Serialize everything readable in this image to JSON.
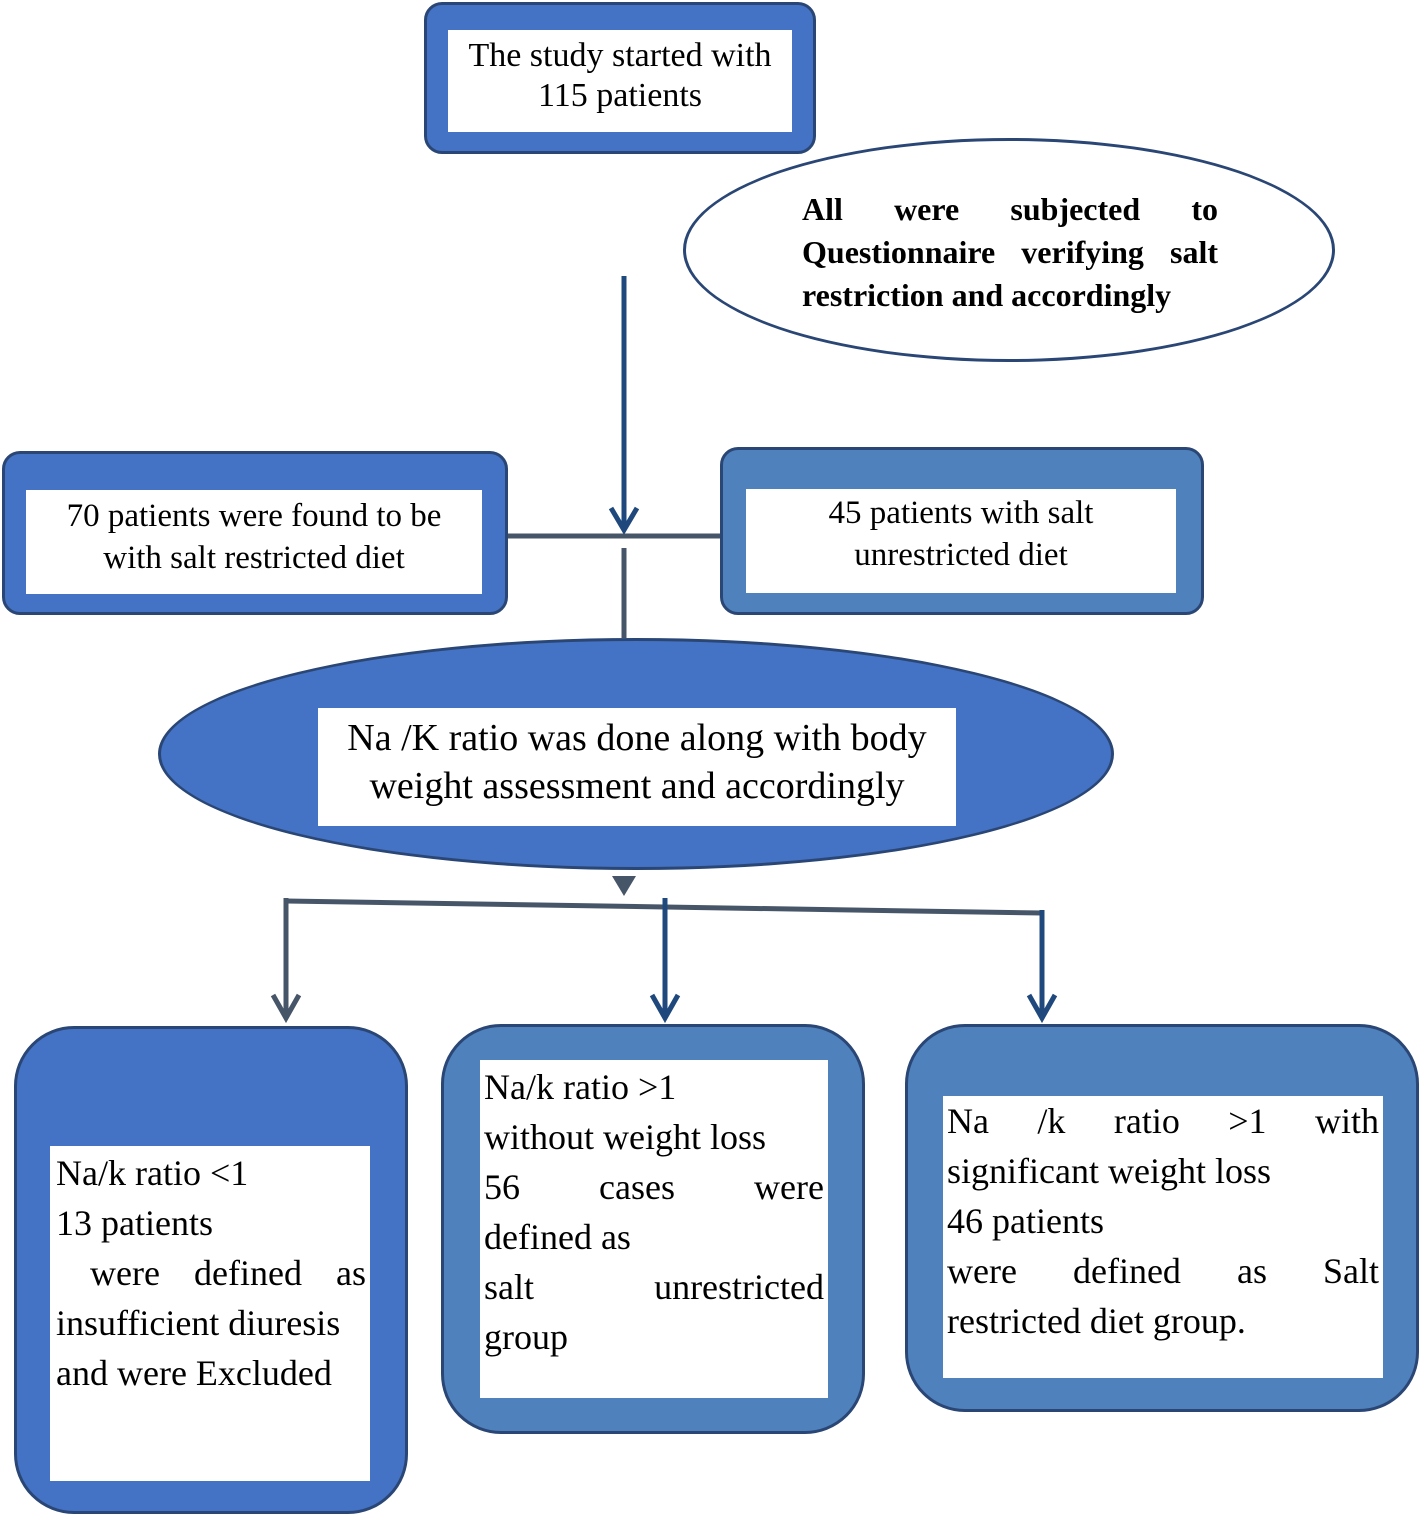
{
  "colors": {
    "box_fill_dark": "#4472c4",
    "box_fill_mid": "#4f81bd",
    "border": "#2a4675",
    "arrow": "#1f497d",
    "connector": "#475569",
    "white": "#ffffff"
  },
  "start_box": {
    "lines": [
      "The study started with",
      "115 patients"
    ]
  },
  "questionnaire": {
    "lines": [
      "All were subjected to",
      "Questionnaire verifying salt",
      "restriction and accordingly"
    ]
  },
  "restricted_box": {
    "lines": [
      "70 patients were found to be",
      "with salt restricted diet"
    ]
  },
  "unrestricted_box": {
    "lines": [
      "45 patients with salt",
      "unrestricted diet"
    ]
  },
  "nak_assessment": {
    "lines": [
      "Na /K ratio was done along with body",
      "weight assessment and accordingly"
    ]
  },
  "outcome_left": {
    "lines": [
      "Na/k ratio <1",
      "13 patients",
      " were defined as",
      "insufficient diuresis",
      "and were Excluded"
    ]
  },
  "outcome_middle": {
    "lines": [
      "Na/k ratio >1",
      "without weight loss",
      "56 cases were",
      "defined as",
      "salt unrestricted",
      "group"
    ]
  },
  "outcome_right": {
    "lines": [
      "Na /k ratio >1 with",
      "significant weight loss",
      "46 patients",
      "were defined as Salt",
      "restricted diet group."
    ]
  }
}
